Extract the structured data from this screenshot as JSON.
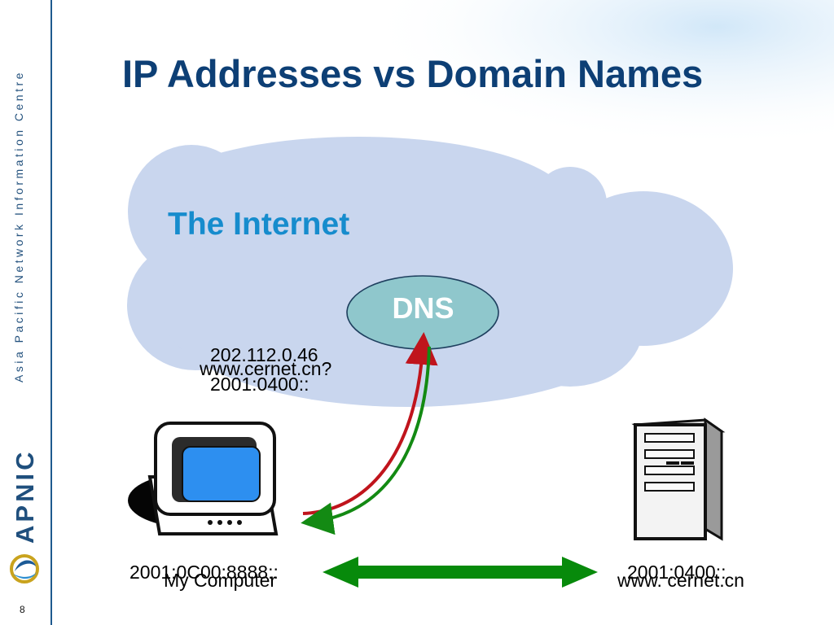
{
  "sidebar": {
    "org_name": "Asia Pacific Network Information Centre",
    "logo_text": "APNIC",
    "page_number": "8"
  },
  "slide": {
    "title": "IP Addresses vs Domain Names",
    "cloud_label": "The Internet",
    "dns_label": "DNS",
    "dns_reply_ipv4": "202.112.0.46",
    "dns_query": "www.cernet.cn?",
    "dns_reply_ipv6": "2001:0400::",
    "client_address": "2001:0C00:8888::",
    "client_name": "My Computer",
    "server_address": "2001:0400::",
    "server_name": "www. cernet.cn"
  },
  "colors": {
    "title": "#0d3f75",
    "cloud": "#c9d6ee",
    "cloud_label": "#168ccd",
    "dns_node": "#8fc7cc",
    "query_arrow": "#c0141c",
    "reply_arrow": "#138a13",
    "link_arrow": "#078a0b"
  }
}
